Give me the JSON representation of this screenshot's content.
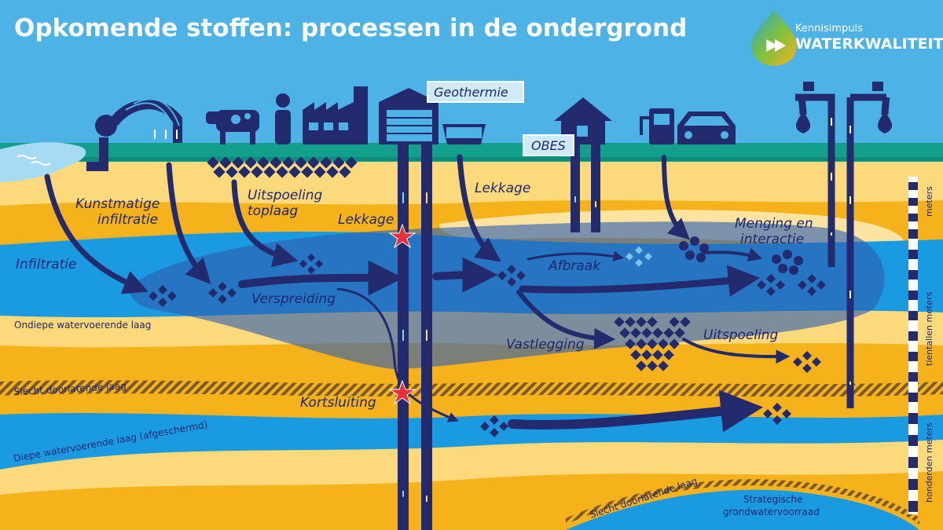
{
  "title": "Opkomende stoffen: processen in de ondergrond",
  "logo": {
    "line1": "Kennisimpuls",
    "line2": "WATERKWALITEIT"
  },
  "processes": {
    "kunstmatige_1": "Kunstmatige",
    "kunstmatige_2": "infiltratie",
    "uitspoeling_top_1": "Uitspoeling",
    "uitspoeling_top_2": "toplaag",
    "lekkage_left": "Lekkage",
    "lekkage_right": "Lekkage",
    "infiltratie": "Infiltratie",
    "verspreiding": "Verspreiding",
    "afbraak": "Afbraak",
    "menging_1": "Menging en",
    "menging_2": "interactie",
    "vastlegging": "Vastlegging",
    "uitspoeling": "Uitspoeling",
    "kortsluiting": "Kortsluiting",
    "geothermie": "Geothermie",
    "obes": "OBES"
  },
  "layers": {
    "ondiep": "Ondiepe watervoerende laag",
    "slecht_top": "Slecht doorlatende laag",
    "diep": "Diepe watervoerende laag (afgeschermd)",
    "slecht_bottom": "Slecht doorlatende laag",
    "strategisch_1": "Strategische",
    "strategisch_2": "grondwatervoorraad"
  },
  "scale": {
    "meters": "meters",
    "tientallen": "tientallen meters",
    "honderden": "honderden meters"
  },
  "icons": [
    "waterway-icon",
    "infiltration-pipe-icon",
    "cow-icon",
    "person-icon",
    "factory-icon",
    "geothermal-building-icon",
    "basin-icon",
    "house-icon",
    "fuel-pump-icon",
    "car-icon",
    "tap-icon"
  ],
  "colors": {
    "sky": "#4db3e6",
    "grass": "#12a08c",
    "sand_light": "#fcd97a",
    "sand_dark": "#f6b21b",
    "aquifer": "#1a9ae0",
    "plume": "#2d5fb0",
    "navy": "#242a6e"
  }
}
